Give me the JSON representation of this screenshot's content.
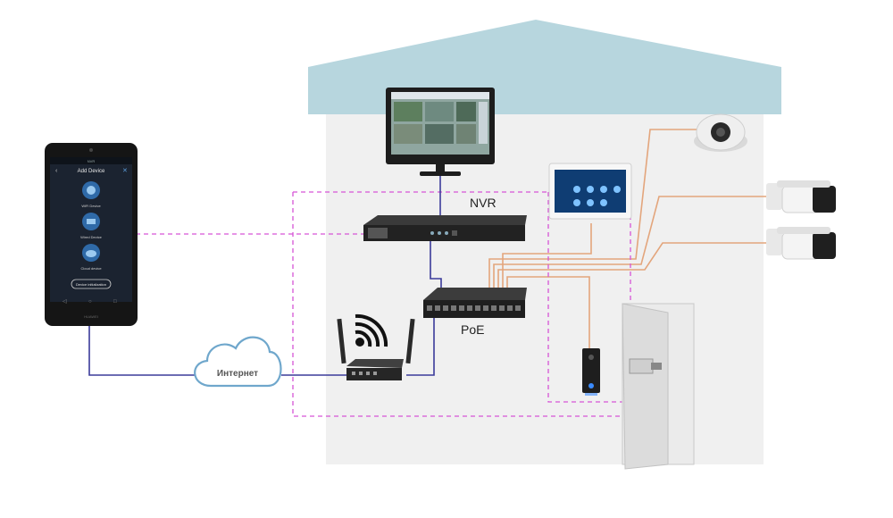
{
  "labels": {
    "nvr": "NVR",
    "poe": "PoE",
    "internet": "Интернет"
  },
  "phone": {
    "status_bar": "NVR",
    "title": "Add Device",
    "options": [
      "WiFi Device",
      "Wired Device",
      "Cloud device"
    ],
    "button": "Device initialization",
    "brand": "HUAWEI"
  },
  "colors": {
    "roof": "#b7d6de",
    "wall": "#f0f0f0",
    "wan_line": "#3b3b9a",
    "camera_line": "#e3a57c",
    "wifi_dashed": "#d655d6"
  }
}
